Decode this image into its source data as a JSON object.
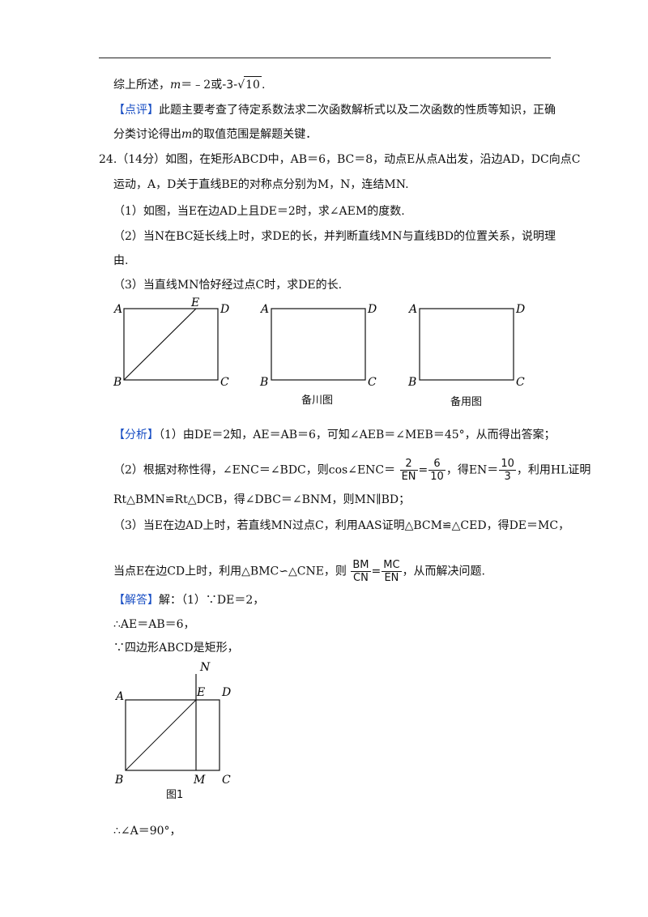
{
  "summary": {
    "prefix": "综上所述，",
    "m": "m",
    "eq": "＝﹣2或",
    "neg3": "-3-",
    "sqrt10": "10",
    "end": "."
  },
  "comment": {
    "tag": "【点评】",
    "line1": "此题主要考查了待定系数法求二次函数解析式以及二次函数的性质等知识，正确",
    "line2a": "分类讨论得出",
    "line2m": "m",
    "line2b": "的取值范围是解题关键．"
  },
  "problem": {
    "line1": "24.（14分）如图，在矩形ABCD中，AB＝6，BC＝8，动点E从点A出发，沿边AD，DC向点C",
    "line2": "运动，A，D关于直线BE的对称点分别为M，N，连结MN.",
    "q1": "（1）如图，当E在边AD上且DE＝2时，求∠AEM的度数.",
    "q2a": "（2）当N在BC延长线上时，求DE的长，并判断直线MN与直线BD的位置关系，说明理",
    "q2b": "由.",
    "q3": "（3）当直线MN恰好经过点C时，求DE的长."
  },
  "figures": {
    "labels": {
      "A": "A",
      "B": "B",
      "C": "C",
      "D": "D",
      "E": "E",
      "M": "M",
      "N": "N"
    },
    "caption2": "备川图",
    "caption3": "备用图",
    "caption_fig1": "图1"
  },
  "analysis": {
    "tag": "【分析】",
    "l1": "（1）由DE＝2知，AE＝AB＝6，可知∠AEB＝∠MEB＝45°，从而得出答案；",
    "l2a": "（2）根据对称性得，∠ENC＝∠BDC，则cos∠ENC＝",
    "f1n": "2",
    "f1d": "EN",
    "eq": "=",
    "f2n": "6",
    "f2d": "10",
    "l2b": "，得EN＝",
    "f3n": "10",
    "f3d": "3",
    "l2c": "，利用HL证明",
    "l3": "Rt△BMN≌Rt△DCB，得∠DBC＝∠BNM，则MN∥BD；",
    "l4": "（3）当E在边AD上时，若直线MN过点C，利用AAS证明△BCM≌△CED，得DE＝MC，",
    "l5a": "当点E在边CD上时，利用△BMC∽△CNE，则",
    "f4n": "BM",
    "f4d": "CN",
    "f5n": "MC",
    "f5d": "EN",
    "l5b": "，从而解决问题."
  },
  "solution": {
    "tag": "【解答】",
    "l1": "解：（1）∵DE＝2，",
    "l2": "∴AE＝AB＝6，",
    "l3": "∵四边形ABCD是矩形，",
    "l4": "∴∠A＝90°，"
  }
}
